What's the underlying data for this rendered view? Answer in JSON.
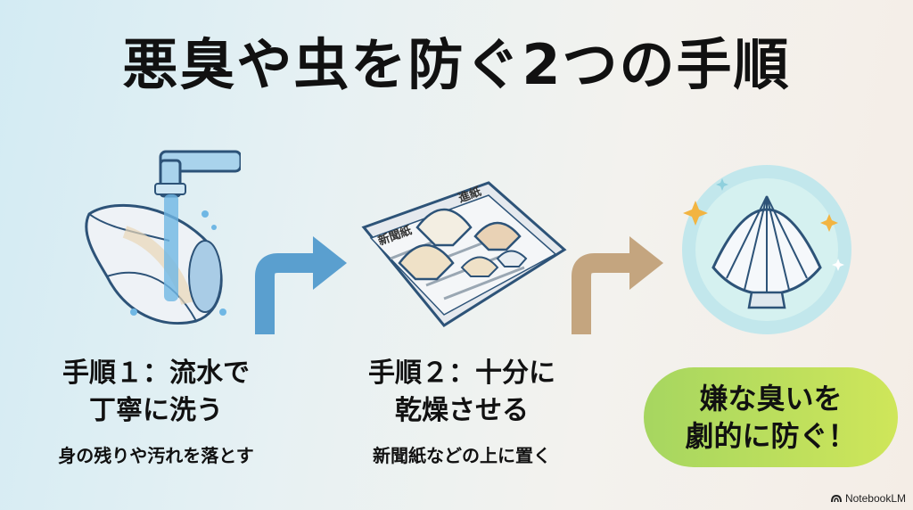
{
  "title": "悪臭や虫を防ぐ2つの手順",
  "steps": [
    {
      "title_line1": "手順１：流水で",
      "title_line2": "丁寧に洗う",
      "subtitle": "身の残りや汚れを落とす"
    },
    {
      "title_line1": "手順２：十分に",
      "title_line2": "乾燥させる",
      "subtitle": "新聞紙などの上に置く"
    }
  ],
  "newspaper_text": {
    "a": "新聞紙",
    "b": "進紙"
  },
  "result": {
    "line1": "嫌な臭いを",
    "line2": "劇的に防ぐ！"
  },
  "brand": "NotebookLM",
  "icons": [
    "faucet-icon",
    "conch-shell-icon",
    "newspaper-icon",
    "scallop-shell-icon",
    "sparkle-icon",
    "arrow-right-icon"
  ],
  "colors": {
    "arrow1": "#5a9fcf",
    "arrow2": "#c4a57f",
    "pill_start": "#a6d660",
    "pill_end": "#cfe65a"
  }
}
